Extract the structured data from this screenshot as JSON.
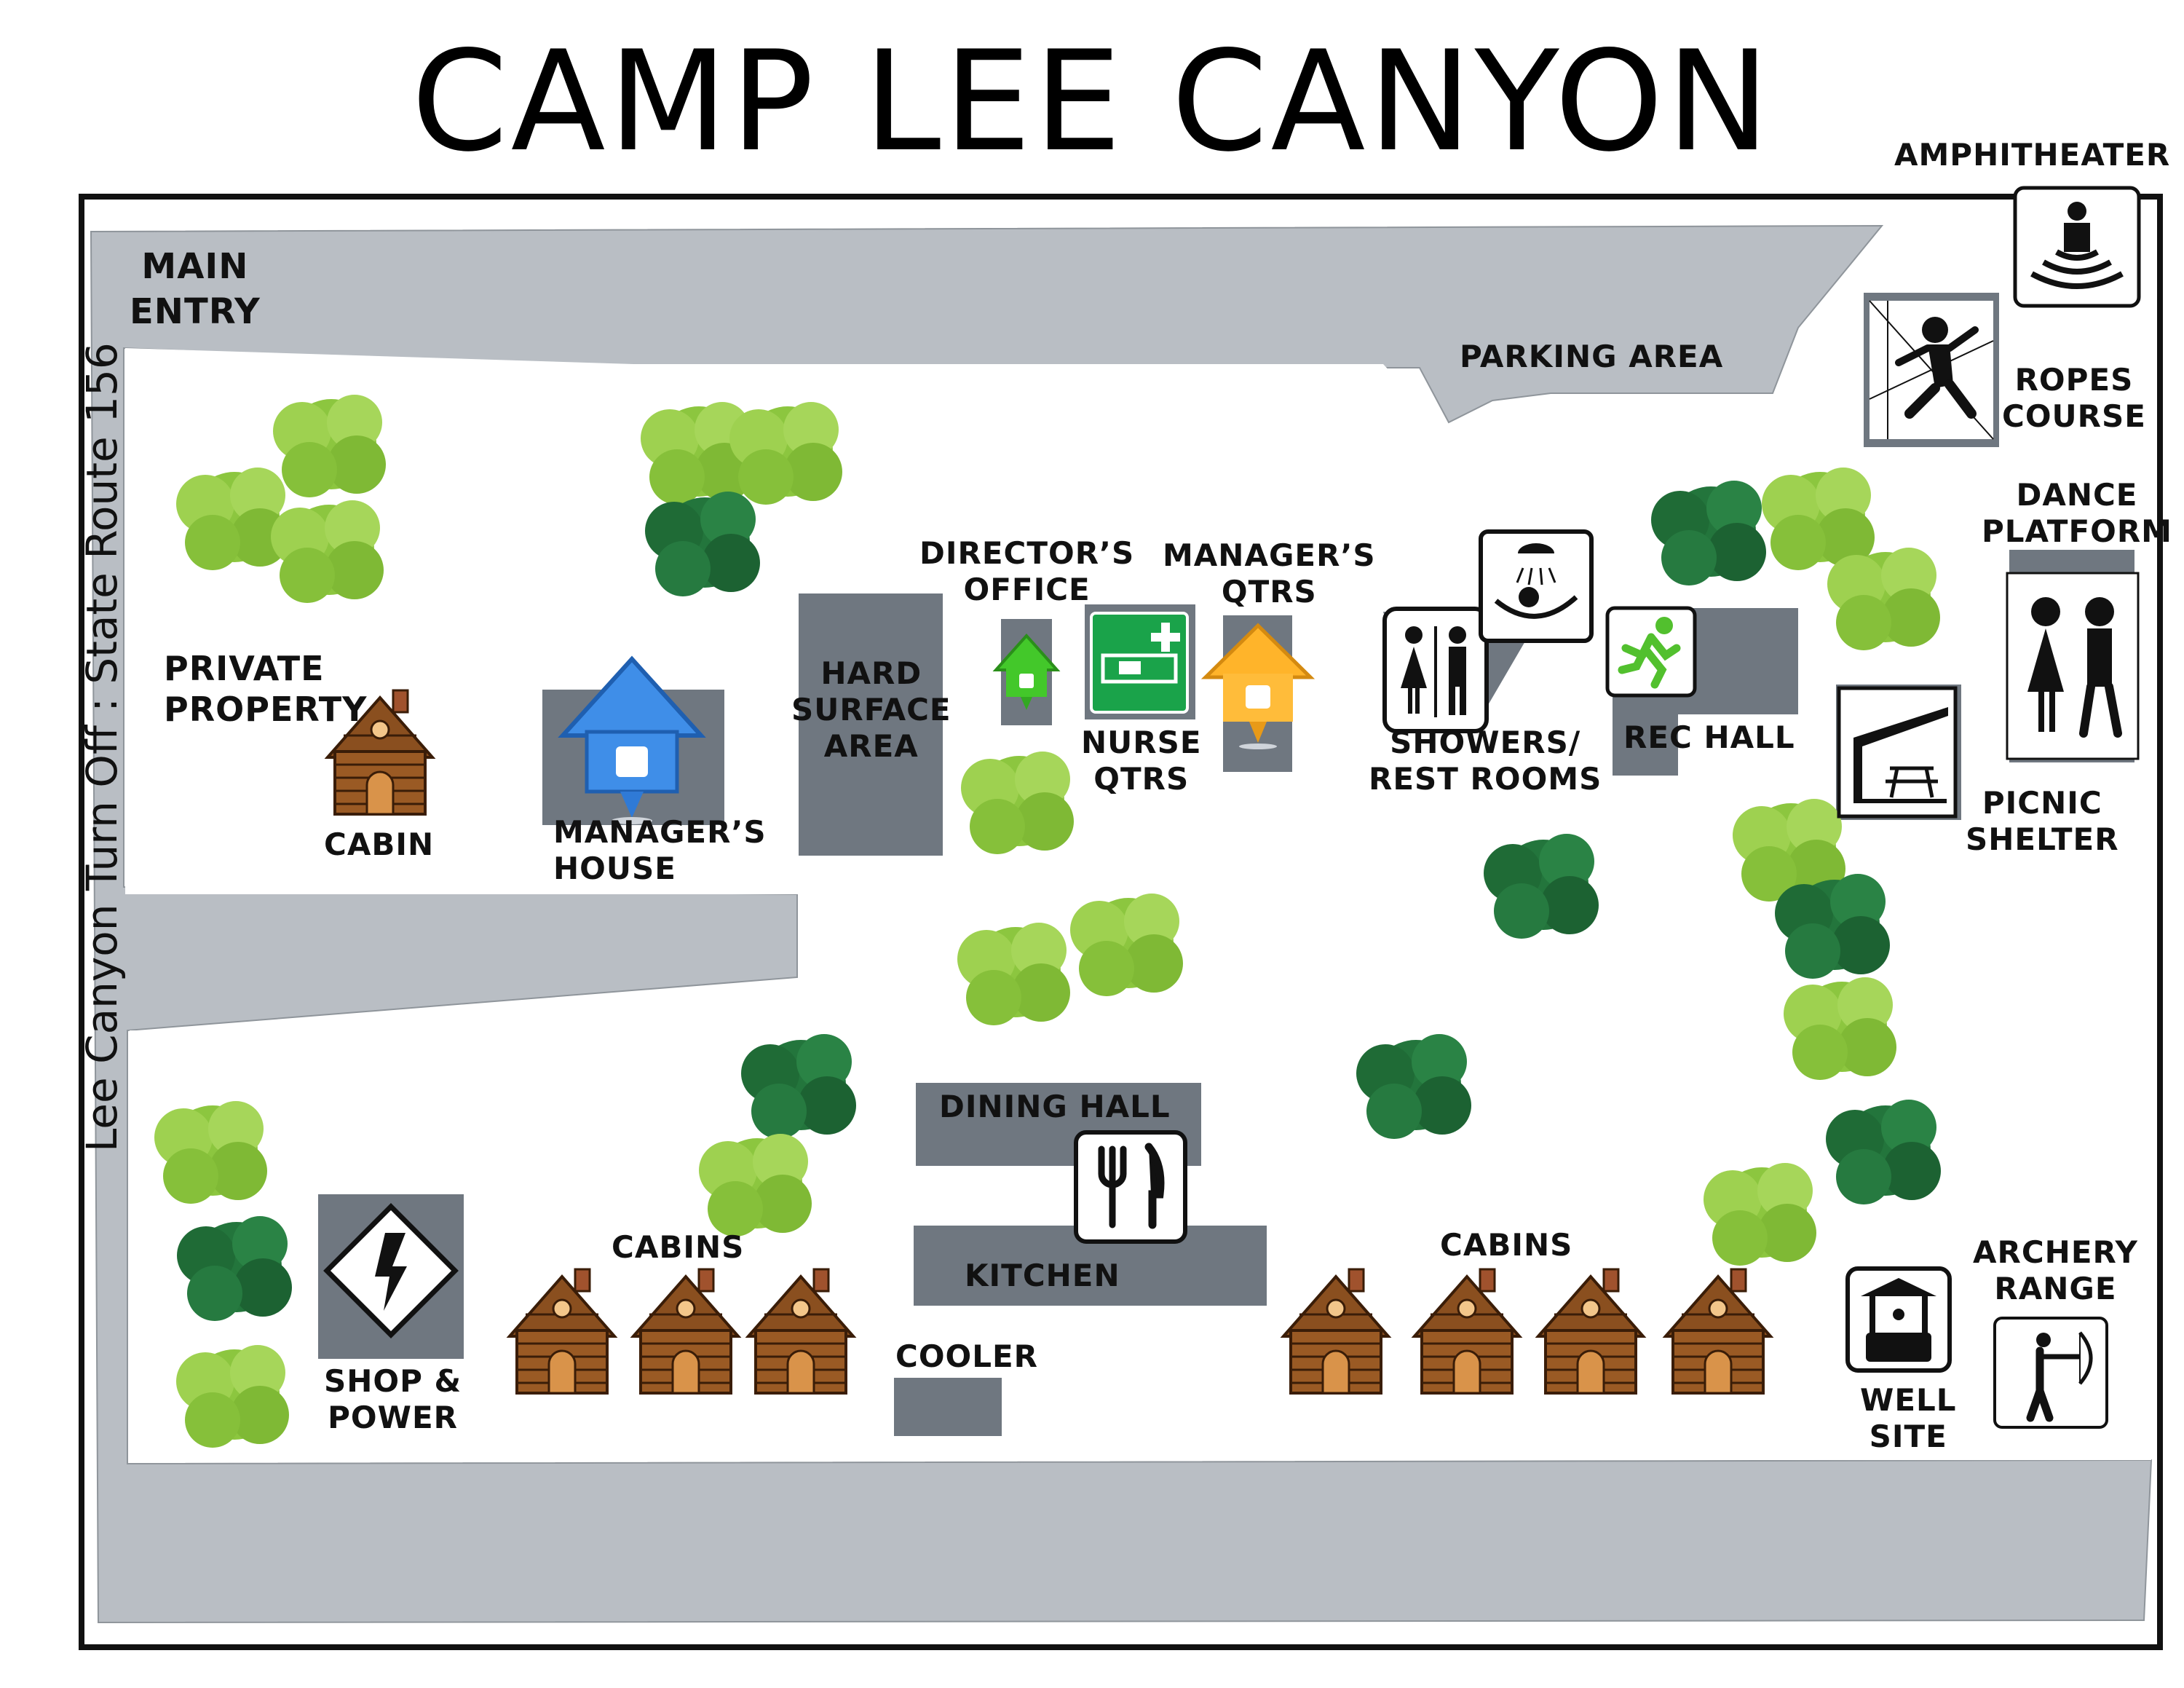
{
  "title": "CAMP LEE CANYON",
  "side_road_label": "Lee Canyon Turn Off : State Route 156",
  "labels": {
    "main_entry": "MAIN\nENTRY",
    "parking_area": "PARKING AREA",
    "amphitheater": "AMPHITHEATER",
    "ropes_course": "ROPES\nCOURSE",
    "dance_platform": "DANCE\nPLATFORM",
    "private_property": "PRIVATE\nPROPERTY",
    "cabin": "CABIN",
    "managers_house": "MANAGER’S\nHOUSE",
    "hard_surface_area": "HARD\nSURFACE\nAREA",
    "directors_office": "DIRECTOR’S\nOFFICE",
    "managers_qtrs": "MANAGER’S\nQTRS",
    "nurse_qtrs": "NURSE\nQTRS",
    "showers_rest_rooms": "SHOWERS/\nREST ROOMS",
    "rec_hall": "REC HALL",
    "picnic_shelter": "PICNIC\nSHELTER",
    "dining_hall": "DINING HALL",
    "kitchen": "KITCHEN",
    "cooler": "COOLER",
    "cabins_left": "CABINS",
    "cabins_right": "CABINS",
    "shop_power": "SHOP &\nPOWER",
    "well_site": "WELL\nSITE",
    "archery_range": "ARCHERY\nRANGE"
  },
  "colors": {
    "road": "#b9bec4",
    "building": "#6f7780",
    "tree_light": "#8cc63f",
    "tree_dark": "#23753c",
    "border": "#111111",
    "cabin_wood": "#8a4f1f"
  },
  "icons": {
    "amphitheater": "amphitheater-icon",
    "ropes_course": "ropes-course-icon",
    "restroom": "restroom-icon",
    "shower": "shower-icon",
    "rec_hall": "running-person-icon",
    "dance": "dance-couple-icon",
    "picnic": "picnic-shelter-icon",
    "nurse": "first-aid-icon",
    "dining": "fork-knife-icon",
    "power": "lightning-icon",
    "well": "well-icon",
    "archery": "archer-icon",
    "house_pins": "house-pin-icon",
    "cabins": "log-cabin-icon"
  }
}
